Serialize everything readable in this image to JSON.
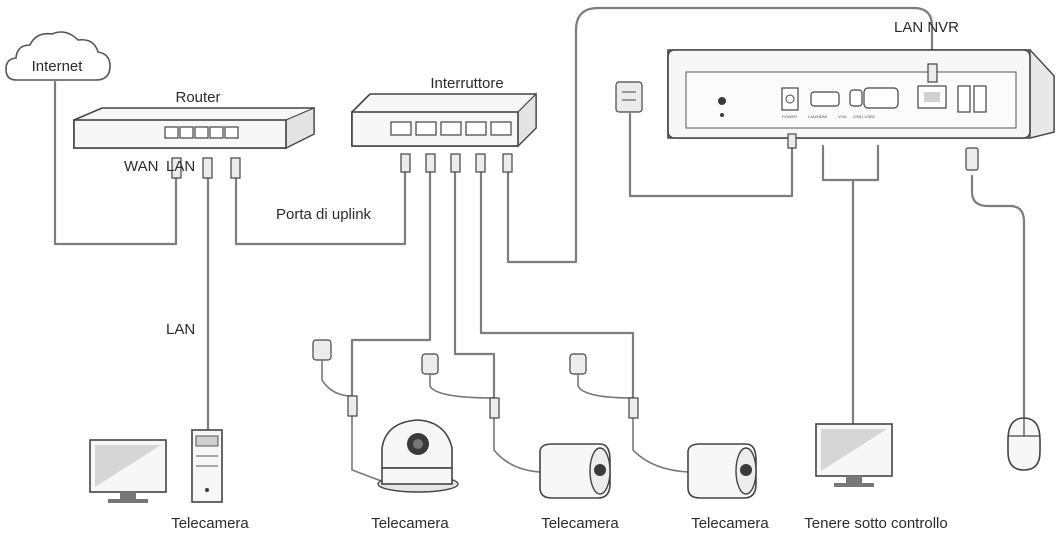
{
  "labels": {
    "internet": "Internet",
    "router": "Router",
    "wan": "WAN",
    "lan_router": "LAN",
    "switch": "Interruttore",
    "uplink": "Porta di uplink",
    "lan_nvr": "LAN NVR",
    "lan_pc": "LAN",
    "cam_pc": "Telecamera",
    "cam_dome": "Telecamera",
    "cam_bullet1": "Telecamera",
    "cam_bullet2": "Telecamera",
    "monitor": "Tenere sotto controllo"
  },
  "nvr_ports": {
    "power": "POWER",
    "lan": "LAN/HDMI",
    "vga": "VGA",
    "usb": "USB1  USB2"
  }
}
